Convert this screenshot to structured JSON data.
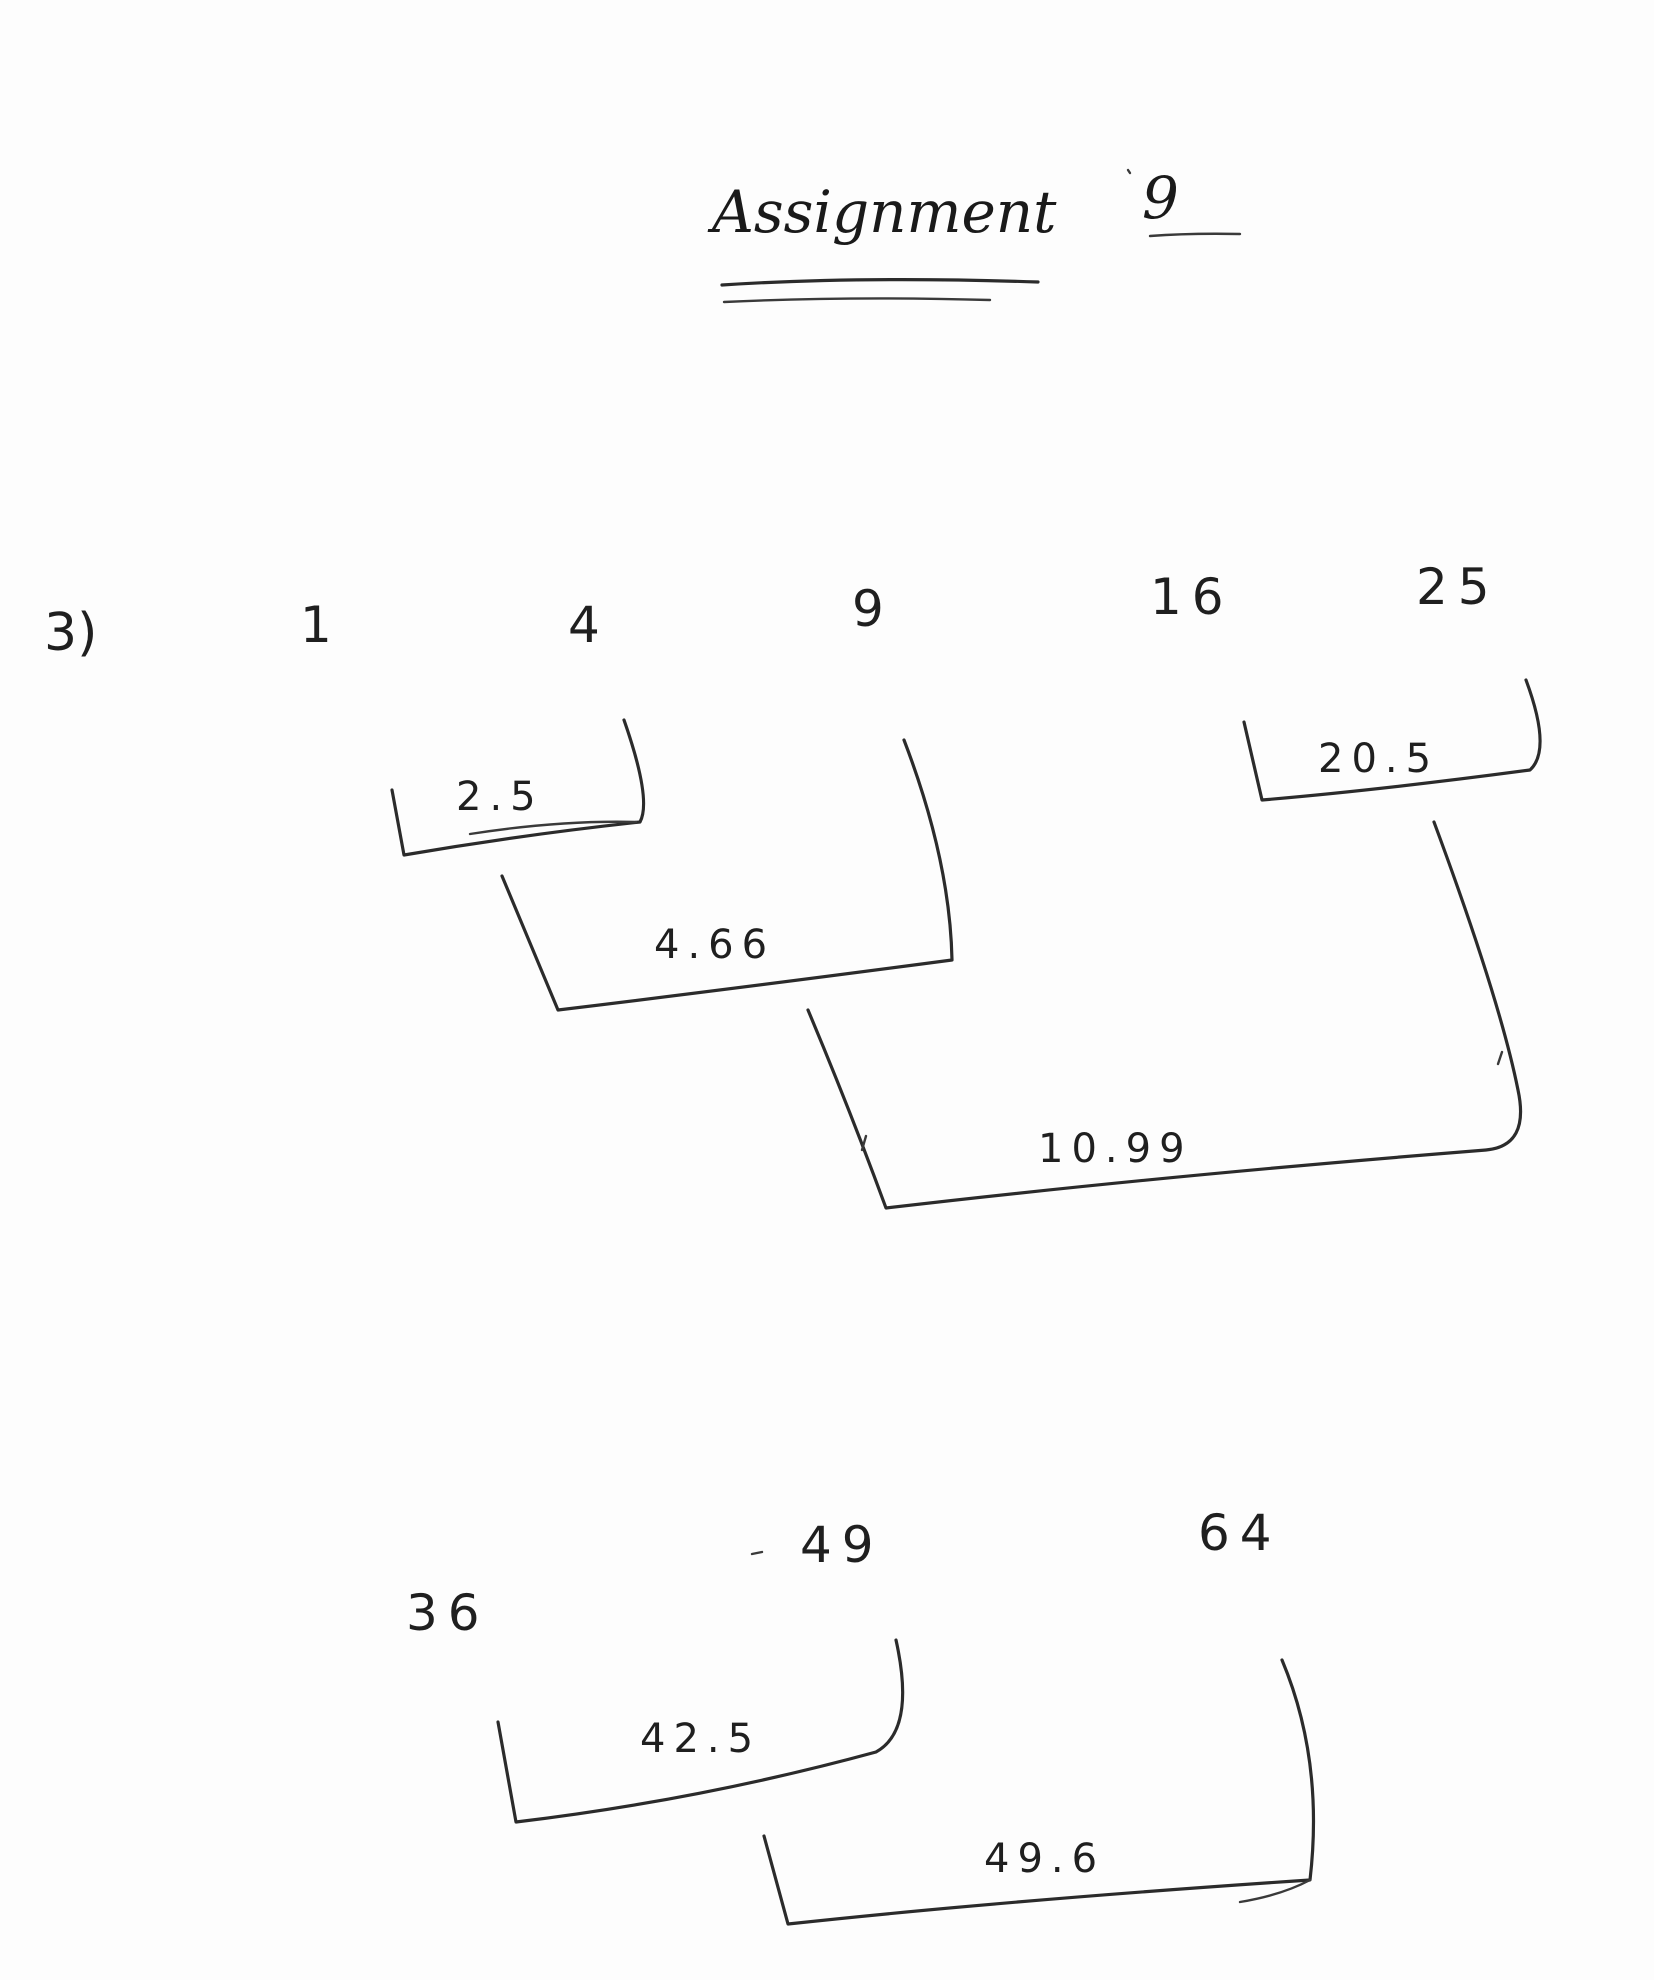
{
  "title": "Assignment",
  "assignment_number": "9",
  "question_label": "3)",
  "section1": {
    "values": [
      "1",
      "4",
      "9",
      "16",
      "25"
    ],
    "merges": [
      "2.5",
      "20.5",
      "4.66",
      "10.99"
    ]
  },
  "section2": {
    "values": [
      "36",
      "49",
      "64"
    ],
    "merges": [
      "42.5",
      "49.6"
    ]
  }
}
